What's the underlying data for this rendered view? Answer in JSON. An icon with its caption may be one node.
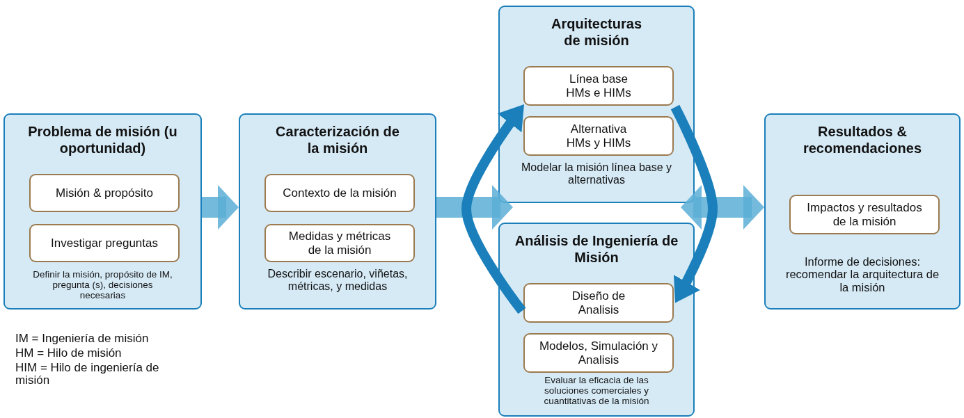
{
  "diagram": {
    "nodes": [
      {
        "text": [
          "Problema de misión (u oportunidad)",
          "Definir la misión, propósito de IM, pregunta (s), decisiones necesarias"
        ]
      },
      {
        "text": [
          "Misión & propósito"
        ],
        "in": 0
      },
      {
        "text": [
          "Investigar preguntas"
        ],
        "in": 0
      },
      {
        "text": [
          "Caracterización de la misión",
          "Describir escenario, viñetas, métricas, y medidas"
        ]
      },
      {
        "text": [
          "Contexto de la misión"
        ],
        "in": 3
      },
      {
        "text": [
          "Medidas y métricas de la misión"
        ],
        "in": 3
      },
      {
        "text": [
          "Arquitecturas de misión",
          "Modelar la misión línea base y alternativas"
        ]
      },
      {
        "text": [
          "Línea base HMs e HIMs"
        ],
        "in": 6
      },
      {
        "text": [
          "Alternativa HMs y HIMs"
        ],
        "in": 6
      },
      {
        "text": [
          "Análisis de Ingeniería de Misión",
          "Evaluar la eficacia de las soluciones comerciales y cuantitativas de la misión"
        ]
      },
      {
        "text": [
          "Diseño de Analisis"
        ],
        "in": 9
      },
      {
        "text": [
          "Modelos, Simulación y Analisis"
        ],
        "in": 9
      },
      {
        "text": [
          "Resultados & recomendaciones",
          "Informe de decisiones: recomendar la arquitectura de la misión"
        ]
      },
      {
        "text": [
          "Impactos y resultados de la misión"
        ],
        "in": 12
      }
    ],
    "edges": [
      {
        "from": 0,
        "to": 3,
        "arrow": "to"
      },
      {
        "from": 3,
        "to": 6,
        "arrow": "to"
      },
      {
        "from": 6,
        "to": 12,
        "arrow": "both"
      },
      {
        "from": 10,
        "to": 7,
        "arrow": "to",
        "color": "#1a7fba"
      },
      {
        "from": 7,
        "to": 10,
        "arrow": "to",
        "color": "#1a7fba"
      }
    ],
    "labels": [
      "IM = Ingeniería de misión",
      "HM = Hilo de misión",
      "HIM = Hilo de ingeniería de misión"
    ]
  }
}
